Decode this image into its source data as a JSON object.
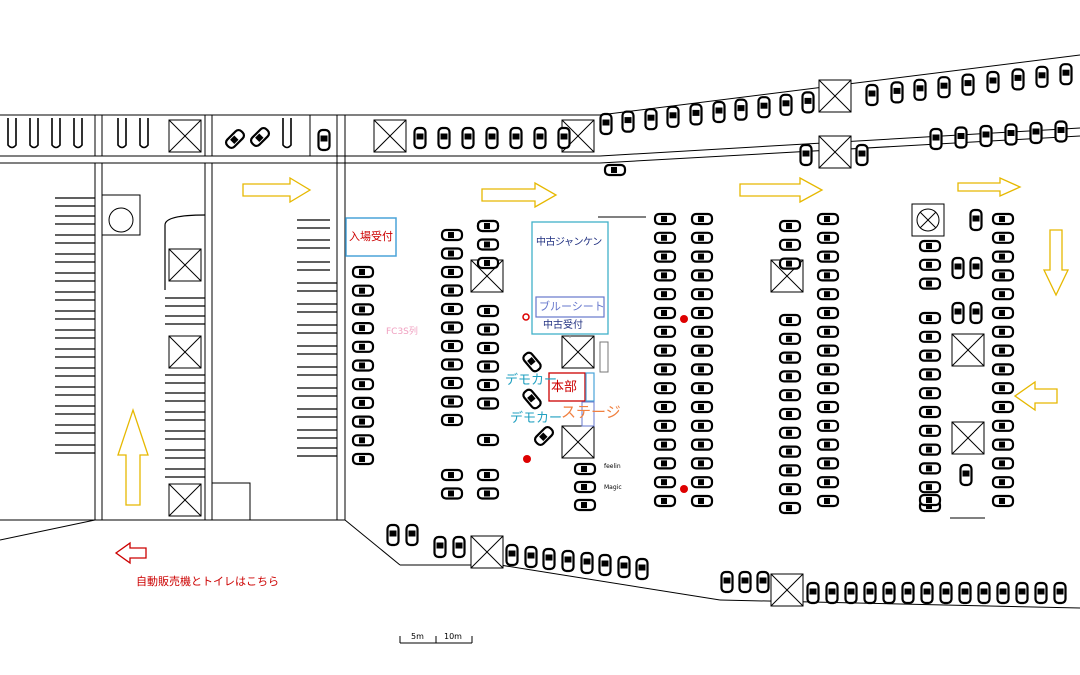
{
  "labels": {
    "entry_reception": "入場受付",
    "used_janken": "中古ジャンケン",
    "blue_sheet": "ブルーシート",
    "used_reception": "中古受付",
    "fc3s_row": "FC3S列",
    "democar_1": "デモカー",
    "democar_2": "デモカー",
    "hq": "本部",
    "stage": "ステージ",
    "feelin": "feelin",
    "magic": "Magic",
    "vending_toilet": "自動販売機とトイレはこちら",
    "scale_5m": "5m",
    "scale_10m": "10m"
  },
  "colors": {
    "line": "#000000",
    "arrow_outline": "#e6b800",
    "red_arrow": "#cc0000",
    "entry_box": "#4aa3d8",
    "used_box": "#40b0c8",
    "blue_sheet_box": "#6677cc",
    "hq_box": "#cc0000",
    "stage_text": "#f08040",
    "democar_text": "#20a0c0",
    "fc3s_text": "#f0a0c0",
    "red_dot": "#dd0000"
  },
  "icons": [
    "car-icon",
    "restricted-area-icon",
    "direction-arrow-icon",
    "turnaround-circle-icon",
    "marker-dot-icon"
  ]
}
